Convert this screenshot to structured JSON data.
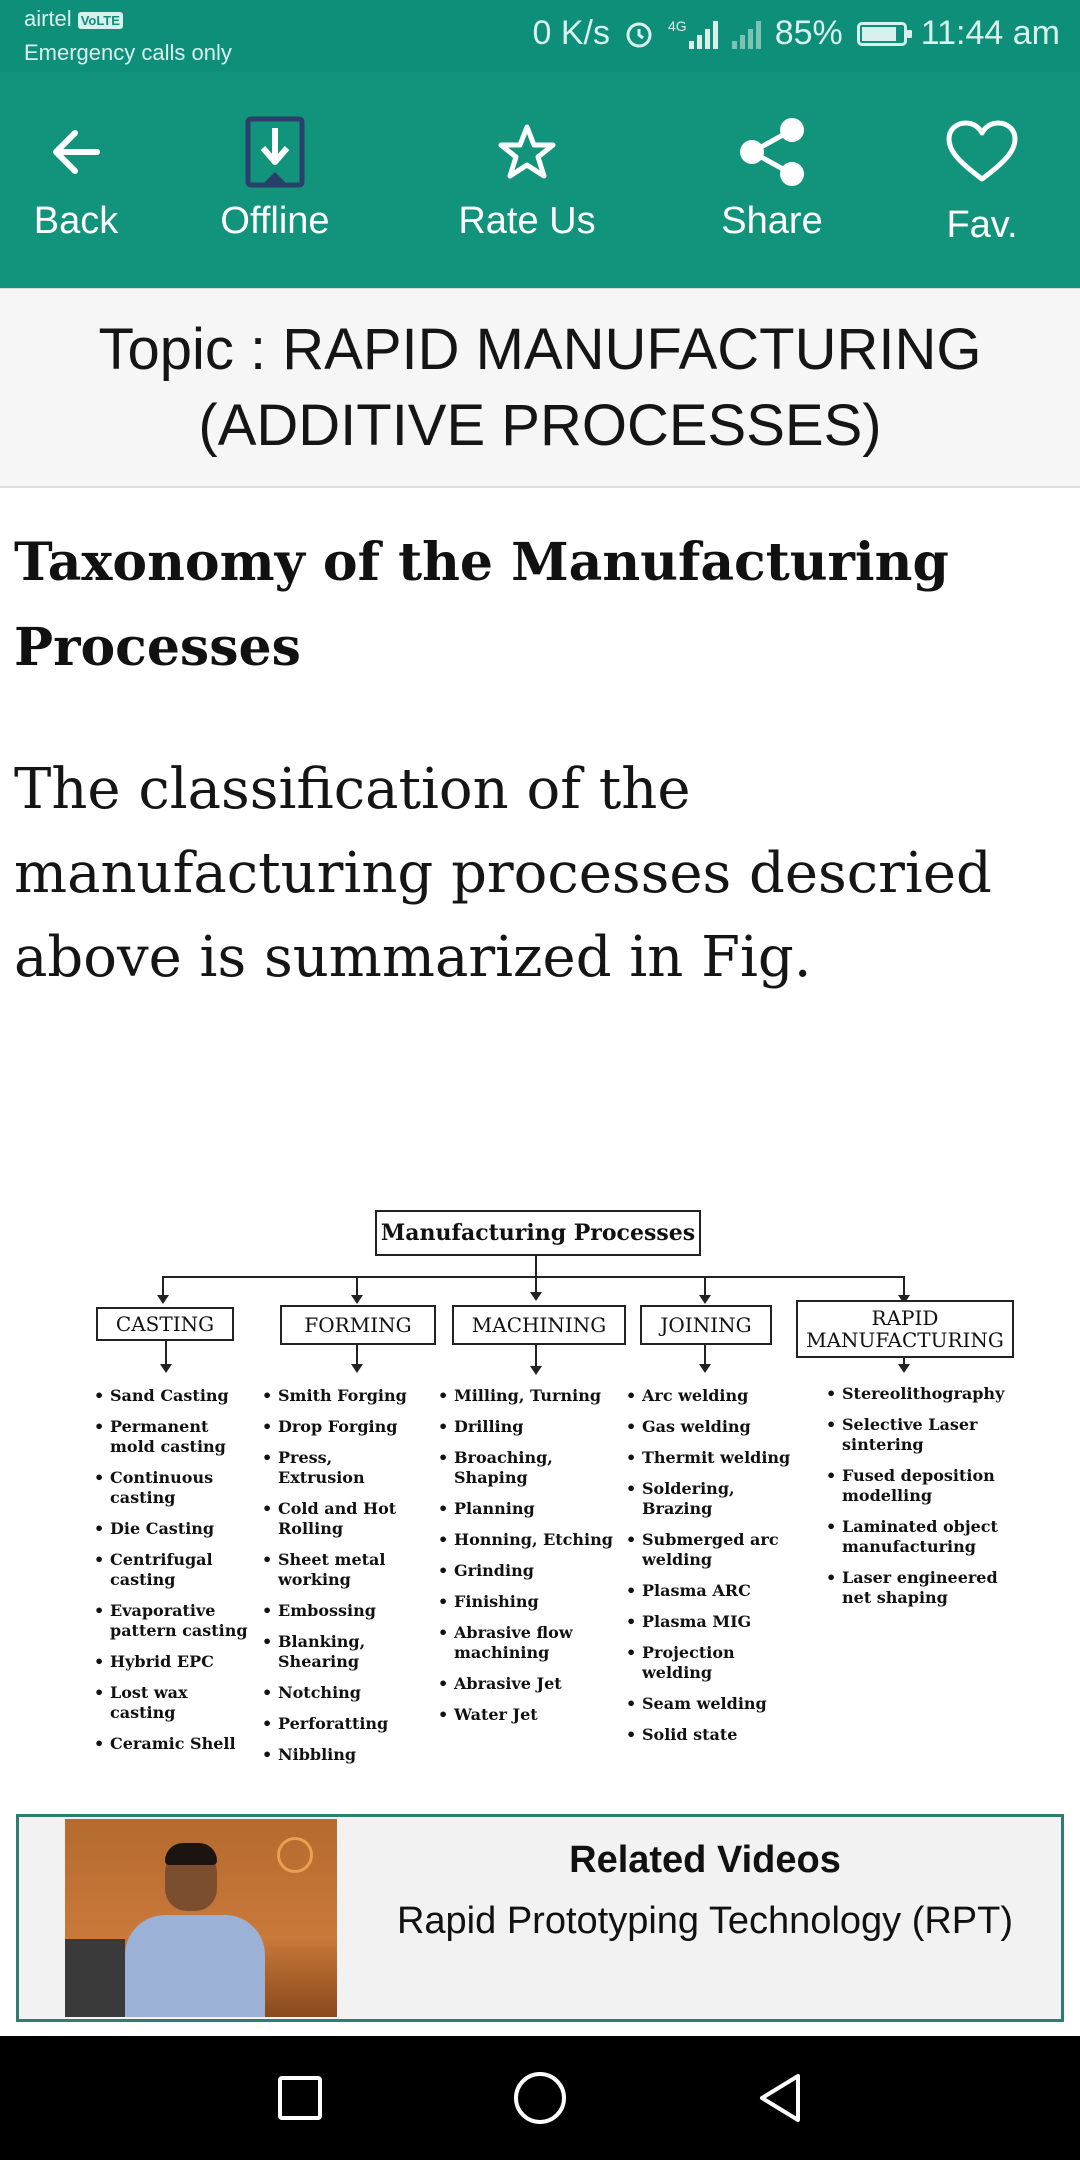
{
  "status_bar": {
    "carrier": "airtel",
    "volte": "VoLTE",
    "emergency": "Emergency calls only",
    "speed": "0 K/s",
    "network": "4G",
    "battery": "85%",
    "battery_level": 0.85,
    "time": "11:44 am"
  },
  "toolbar": {
    "back": "Back",
    "offline": "Offline",
    "rate": "Rate Us",
    "share": "Share",
    "fav": "Fav.",
    "color": "#12937c"
  },
  "topic": {
    "line1": "Topic : RAPID MANUFACTURING",
    "line2": "(ADDITIVE PROCESSES)"
  },
  "article": {
    "heading": "Taxonomy of the Manufacturing Processes",
    "paragraph": "The classification of the manufacturing processes descried above is summarized in Fig."
  },
  "diagram": {
    "root": "Manufacturing Processes",
    "categories": [
      {
        "name": "CASTING",
        "items": [
          "Sand Casting",
          "Permanent mold casting",
          "Continuous casting",
          "Die Casting",
          "Centrifugal casting",
          "Evaporative pattern casting",
          "Hybrid EPC",
          "Lost wax casting",
          "Ceramic Shell"
        ]
      },
      {
        "name": "FORMING",
        "items": [
          "Smith Forging",
          "Drop Forging",
          "Press, Extrusion",
          "Cold and Hot Rolling",
          "Sheet metal working",
          "Embossing",
          "Blanking, Shearing",
          "Notching",
          "Perforatting",
          "Nibbling"
        ]
      },
      {
        "name": "MACHINING",
        "items": [
          "Milling, Turning",
          "Drilling",
          "Broaching, Shaping",
          "Planning",
          "Honning, Etching",
          "Grinding",
          "Finishing",
          "Abrasive flow machining",
          "Abrasive Jet",
          "Water Jet"
        ]
      },
      {
        "name": "JOINING",
        "items": [
          "Arc welding",
          "Gas welding",
          "Thermit welding",
          "Soldering, Brazing",
          "Submerged arc welding",
          "Plasma ARC",
          "Plasma MIG",
          "Projection welding",
          "Seam welding",
          "Solid state"
        ]
      },
      {
        "name": "RAPID MANUFACTURING",
        "items": [
          "Stereolithography",
          "Selective Laser sintering",
          "Fused deposition modelling",
          "Laminated object manufacturing",
          "Laser engineered net shaping"
        ]
      }
    ]
  },
  "related": {
    "title": "Related Videos",
    "video_title": "Rapid Prototyping Technology (RPT)"
  }
}
